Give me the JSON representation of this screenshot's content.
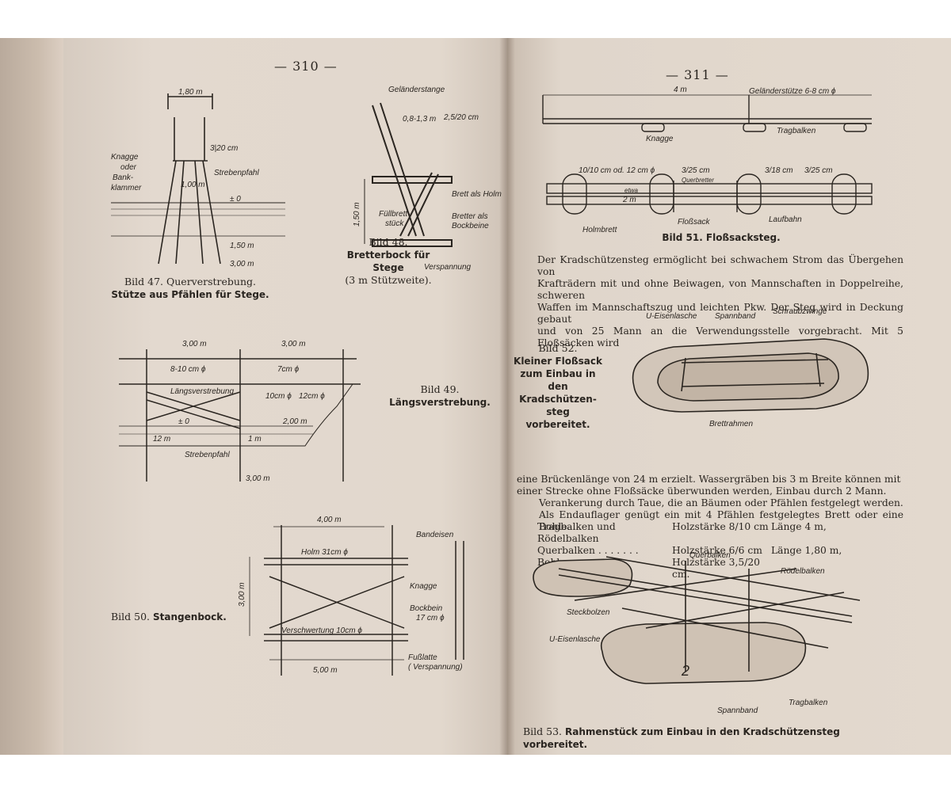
{
  "left_page": {
    "page_number": "— 310 —",
    "bild47": {
      "caption_line1": "Bild 47. Querverstrebung.",
      "caption_line2": "Stütze aus Pfählen für Stege.",
      "labels": {
        "width": "1,80 m",
        "knagge": "Knagge",
        "oder": "oder",
        "bank": "Bank-",
        "klammer": "klammer",
        "strebenpfahl": "Strebenpfahl",
        "dim_top": "3|20 cm",
        "height": "1,00 m",
        "water": "± 0",
        "depth1": "1,50 m",
        "depth2": "3,00 m"
      }
    },
    "bild48": {
      "caption_line1": "Bild 48.",
      "caption_line2": "Bretterbock für Stege",
      "caption_line3": "(3 m Stützweite).",
      "labels": {
        "gelaender": "Geländerstange",
        "dim1": "0,8-1,3 m",
        "dim2": "2,5/20 cm",
        "fuell": "Füllbrett-",
        "stueck": "stück",
        "brett": "Brett als Holm",
        "bretter": "Bretter als",
        "bockbeine": "Bockbeine",
        "height": "1,50 m",
        "versp": "Verspannung"
      }
    },
    "bild49": {
      "caption_line1": "Bild 49.",
      "caption_line2": "Längsverstrebung.",
      "labels": {
        "span1": "3,00 m",
        "span2": "3,00 m",
        "d1": "8-10 cm ϕ",
        "d2": "7cm ϕ",
        "laengs": "Längsverstrebung",
        "d3": "10cm ϕ",
        "d4": "12cm ϕ",
        "h": "2,00 m",
        "water": "± 0",
        "m12": "12 m",
        "m1": "1 m",
        "streb": "Strebenpfahl",
        "deep": "3,00 m"
      }
    },
    "bild50": {
      "caption_prefix": "Bild 50.",
      "caption_title": "Stangenbock.",
      "labels": {
        "width_top": "4,00 m",
        "holm": "Holm 31cm ϕ",
        "bandeisen": "Bandeisen",
        "knagge": "Knagge",
        "bockbein": "Bockbein",
        "bockbein_d": "17 cm ϕ",
        "height": "3,00 m",
        "versch": "Verschwertung 10cm ϕ",
        "width_bottom": "5,00 m",
        "fuss": "Fußlatte",
        "versp": "( Verspannung)"
      }
    }
  },
  "right_page": {
    "page_number": "— 311 —",
    "bild51": {
      "caption": "Bild 51. Floßsacksteg.",
      "labels": {
        "span": "4 m",
        "stuetze": "Geländerstütze 6-8 cm ϕ",
        "knagge": "Knagge",
        "trag": "Tragbalken",
        "d1": "10/10 cm od. 12 cm ϕ",
        "d2": "3/25 cm",
        "d3": "3/18 cm",
        "d4": "3/25 cm",
        "quer": "Querbretter",
        "etwa": "etwa",
        "two_m": "2 m",
        "flosssack": "Floßsack",
        "lauf": "Laufbahn",
        "holm": "Holmbrett"
      }
    },
    "paragraph1": [
      "Der Kradschützensteg ermöglicht bei schwachem Strom das Übergehen von",
      "Krafträdern mit und ohne Beiwagen, von Mannschaften in Doppelreihe, schweren",
      "Waffen im Mannschaftszug und leichten Pkw. Der Steg wird in Deckung gebaut",
      "und von 25 Mann an die Verwendungsstelle vorgebracht. Mit 5 Floßsäcken wird"
    ],
    "bild52": {
      "caption_line1": "Bild 52.",
      "caption_line2": "Kleiner Floßsack",
      "caption_line3": "zum Einbau in",
      "caption_line4": "den Kradschützen-",
      "caption_line5": "steg vorbereitet.",
      "labels": {
        "u_eisen": "U-Eisenlasche",
        "spann": "Spannband",
        "schraub": "Schraubzwinge",
        "brett": "Brettrahmen"
      }
    },
    "paragraph2": [
      "eine Brückenlänge von 24 m erzielt. Wassergräben bis 3 m Breite können mit",
      "einer Strecke ohne Floßsäcke überwunden werden, Einbau durch 2 Mann.",
      "Verankerung durch Taue, die an Bäumen oder Pfählen festgelegt werden.",
      "Als Endauflager genügt ein mit 4 Pfählen festgelegtes Brett oder eine Bohle."
    ],
    "table": [
      {
        "name": "Tragbalken und Rödelbalken",
        "wood": "Holzstärke 8/10 cm",
        "len": "Länge 4 m,"
      },
      {
        "name": "Querbalken . . . . . . .",
        "wood": "Holzstärke 6/6 cm",
        "len": "Länge 1,80 m,"
      },
      {
        "name": "Bohlen . . . . . . . . .",
        "wood": "Holzstärke 3,5/20 cm.",
        "len": ""
      }
    ],
    "bild53": {
      "caption_prefix": "Bild 53.",
      "caption_title": "Rahmenstück zum Einbau in den Kradschützensteg vorbereitet.",
      "labels": {
        "quer": "Querbalken",
        "roedel": "Rödelbalken",
        "steck": "Steckbolzen",
        "u_eisen": "U-Eisenlasche",
        "trag": "Tragbalken",
        "spann": "Spannband",
        "num": "2"
      }
    }
  }
}
